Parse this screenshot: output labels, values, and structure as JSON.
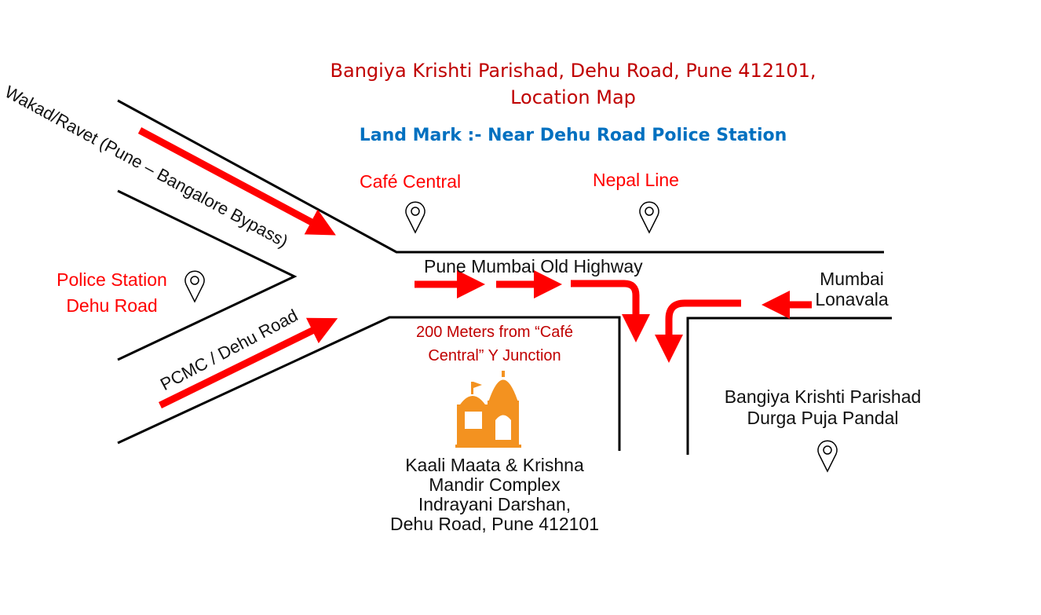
{
  "title": {
    "line1": "Bangiya Krishti Parishad, Dehu Road, Pune 412101,",
    "line2": "Location Map"
  },
  "landmark": "Land Mark :- Near Dehu Road Police Station",
  "colors": {
    "title": "#c00000",
    "landmark": "#0070c0",
    "place_label": "#ff0000",
    "arrow": "#ff0000",
    "road": "#000000",
    "temple": "#f39220"
  },
  "places": {
    "cafe_central": "Café Central",
    "nepal_line": "Nepal Line",
    "police_station": {
      "line1": "Police Station",
      "line2": "Dehu Road"
    }
  },
  "roads": {
    "wakad": "Wakad/Ravet (Pune – Bangalore Bypass)",
    "pcmc": "PCMC / Dehu Road",
    "highway": "Pune Mumbai Old Highway",
    "mumbai": {
      "line1": "Mumbai",
      "line2": "Lonavala"
    }
  },
  "distance_note": {
    "line1": "200 Meters from “Café",
    "line2": "Central” Y Junction"
  },
  "temple": {
    "lines": [
      "Kaali Maata & Krishna",
      "Mandir Complex",
      "Indrayani Darshan,",
      "Dehu Road, Pune 412101"
    ]
  },
  "destination": {
    "line1": "Bangiya Krishti Parishad",
    "line2": "Durga Puja Pandal"
  },
  "icons": {
    "pin": "map-pin-icon",
    "temple": "temple-icon"
  }
}
